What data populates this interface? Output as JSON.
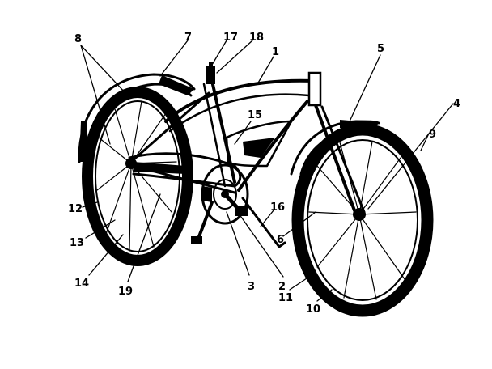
{
  "colors": {
    "ink": "#000000",
    "paper": "#ffffff"
  },
  "callouts": {
    "c1": "1",
    "c2": "2",
    "c3": "3",
    "c4": "4",
    "c5": "5",
    "c6": "6",
    "c7": "7",
    "c8": "8",
    "c9": "9",
    "c10": "10",
    "c11": "11",
    "c12": "12",
    "c13": "13",
    "c14": "14",
    "c15": "15",
    "c16": "16",
    "c17": "17",
    "c18": "18",
    "c19": "19"
  }
}
